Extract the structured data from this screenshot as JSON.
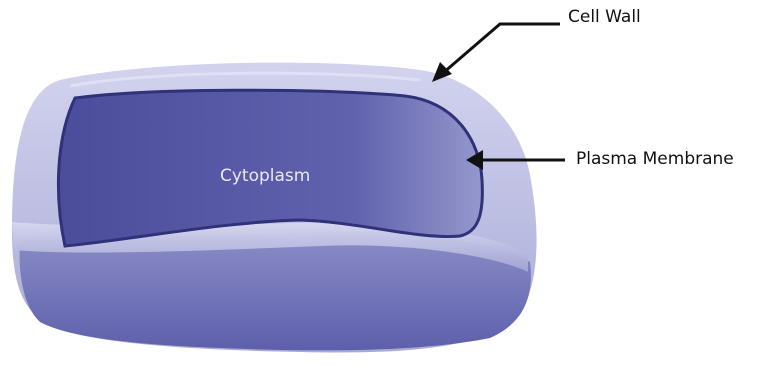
{
  "labels": {
    "cell_wall": "Cell Wall",
    "plasma_membrane": "Plasma Membrane",
    "cytoplasm": "Cytoplasm"
  },
  "colors": {
    "cell_wall": "#b6b7de",
    "outer_body": "#6e70b6",
    "cytoplasm": "#5456a6",
    "membrane_edge": "#2f3179",
    "label_text": "#111111",
    "inner_text": "#e9e9f7",
    "arrow": "#111111"
  }
}
